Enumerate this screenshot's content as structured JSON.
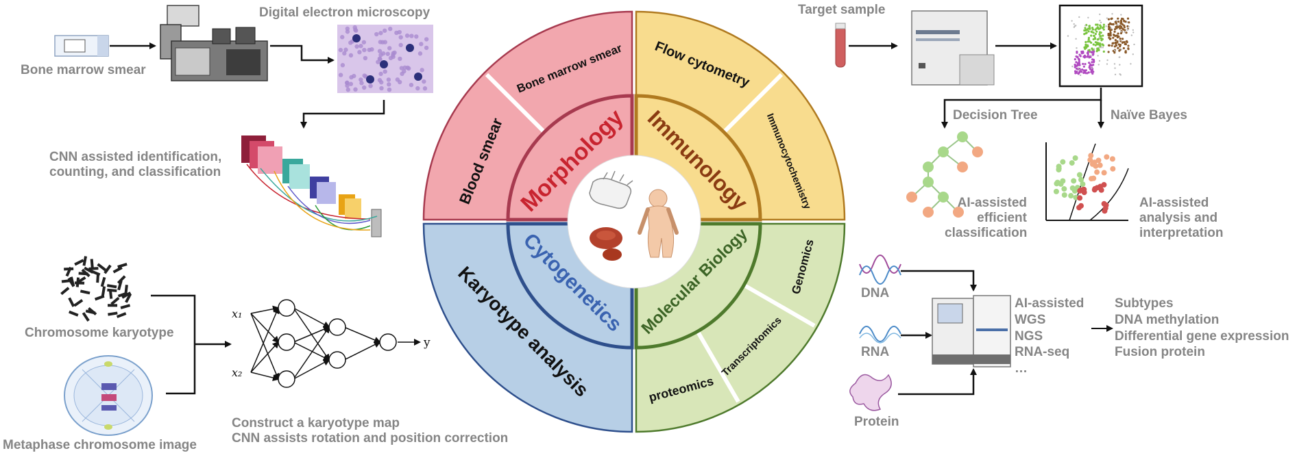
{
  "wheel": {
    "inner": {
      "morphology": "Morphology",
      "immunology": "Immunology",
      "cytogenetics": "Cytogenetics",
      "molecular_biology": "Molecular Biology"
    },
    "outer": {
      "blood_smear": "Blood smear",
      "bone_marrow_smear": "Bone marrow smear",
      "flow_cytometry": "Flow cytometry",
      "immunocytochemistry": "Immunocytochemistry",
      "karyotype_analysis": "Karyotype analysis",
      "genomics": "Genomics",
      "transcriptomics": "Transcriptomics",
      "proteomics": "proteomics"
    },
    "colors": {
      "morphology_fill": "#f2a7ae",
      "morphology_stroke": "#a73a4f",
      "morphology_text": "#c8242f",
      "immunology_fill": "#f8dc8e",
      "immunology_stroke": "#b07a20",
      "immunology_text": "#8a3b12",
      "cytogenetics_fill": "#b7cfe6",
      "cytogenetics_stroke": "#2e4f8c",
      "cytogenetics_text": "#3a63b0",
      "molecular_fill": "#d8e6b8",
      "molecular_stroke": "#4e7a2c",
      "molecular_text": "#3c6426"
    }
  },
  "morphology_panel": {
    "bone_marrow_smear": "Bone marrow smear",
    "digital_microscopy": "Digital electron microscopy",
    "cnn_line1": "CNN assisted identification,",
    "cnn_line2": "counting, and classification"
  },
  "cytogenetics_panel": {
    "chromosome_karyotype": "Chromosome karyotype",
    "metaphase_image": "Metaphase chromosome image",
    "construct_line1": "Construct a karyotype map",
    "construct_line2": "CNN assists rotation and position correction",
    "nn_inputs": [
      "x₁",
      "x₂"
    ],
    "nn_output": "y"
  },
  "immunology_panel": {
    "target_sample": "Target sample",
    "decision_tree": "Decision Tree",
    "naive_bayes": "Naïve Bayes",
    "dt_caption": [
      "AI-assisted",
      "efficient",
      "classification"
    ],
    "nb_caption": [
      "AI-assisted",
      "analysis and",
      "interpretation"
    ]
  },
  "molecular_panel": {
    "dna": "DNA",
    "rna": "RNA",
    "protein": "Protein",
    "methods": [
      "AI-assisted",
      "WGS",
      "NGS",
      "RNA-seq",
      "…"
    ],
    "outputs": [
      "Subtypes",
      "DNA methylation",
      "Differential gene expression",
      "Fusion protein"
    ]
  }
}
